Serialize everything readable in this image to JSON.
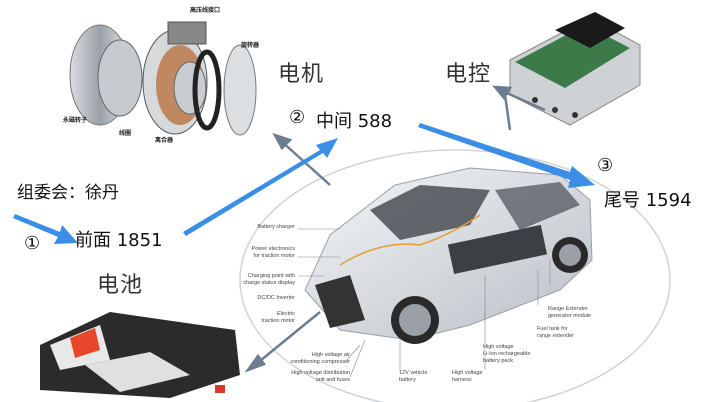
{
  "section_labels": {
    "motor": "电机",
    "controller": "电控",
    "battery": "电池"
  },
  "annotations": {
    "committee": "组委会：徐丹",
    "step1_marker": "①",
    "step1_text": "前面 1851",
    "step2_marker": "②",
    "step2_text": "中间 588",
    "step3_marker": "③",
    "step3_text": "尾号 1594"
  },
  "motor_parts": {
    "top": "高压线接口",
    "right": "旋转器",
    "left": "永磁转子",
    "mid": "线圈",
    "bottom": "离合器"
  },
  "car_callouts_left": [
    {
      "text": "Battery charger"
    },
    {
      "text": "Power electronics\nfor traction motor"
    },
    {
      "text": "Charging point with\ncharge status display"
    },
    {
      "text": "DC/DC Inverter"
    },
    {
      "text": "Electric\ntraction motor"
    }
  ],
  "car_callouts_bottom": [
    {
      "text": "High voltage air\nconditioning compressor"
    },
    {
      "text": "High voltage distribution\nunit and fuses"
    },
    {
      "text": "12V vehicle\nbattery"
    },
    {
      "text": "High voltage\nharness"
    },
    {
      "text": "High voltage\nLi-Ion rechargeable\nbattery pack"
    }
  ],
  "car_callouts_right": [
    {
      "text": "Range Extender\ngenerator module"
    },
    {
      "text": "Fuel tank for\nrange extender"
    }
  ],
  "colors": {
    "arrow_blue": "#3a8ee6",
    "arrow_gray": "#6b7d8f",
    "text_dark": "#111111"
  }
}
